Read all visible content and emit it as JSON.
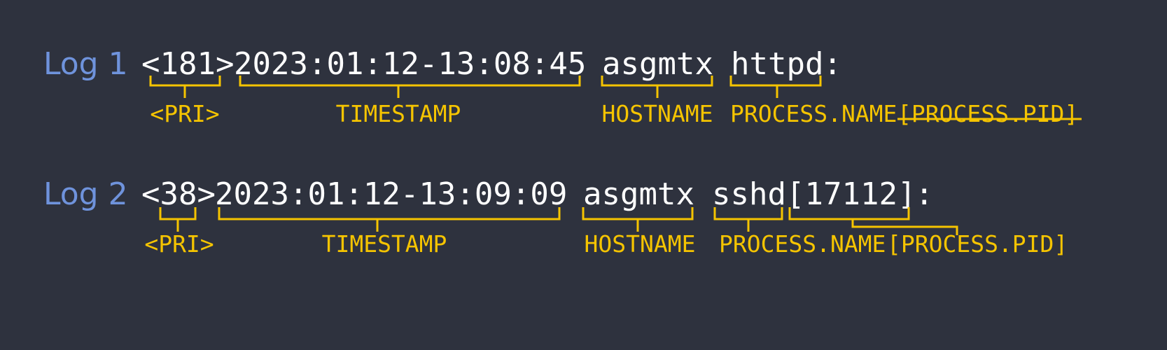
{
  "colors": {
    "background": "#2e323e",
    "log_label": "#6f93dc",
    "log_text": "#ffffff",
    "annotation": "#f5c400"
  },
  "log1": {
    "label": "Log 1",
    "pri": "<181>",
    "timestamp": "2023:01:12-13:08:45",
    "hostname": "asgmtx",
    "process": "httpd",
    "colon": ":",
    "fields": {
      "pri": "<PRI>",
      "timestamp": "TIMESTAMP",
      "hostname": "HOSTNAME",
      "process_name": "PROCESS.NAME",
      "process_pid": "[PROCESS.PID]"
    },
    "process_pid_struck_through": true
  },
  "log2": {
    "label": "Log 2",
    "pri": "<38>",
    "timestamp": "2023:01:12-13:09:09",
    "hostname": "asgmtx",
    "process": "sshd",
    "pid": "[17112]",
    "colon": ":",
    "fields": {
      "pri": "<PRI>",
      "timestamp": "TIMESTAMP",
      "hostname": "HOSTNAME",
      "process_name": "PROCESS.NAME",
      "process_pid": "[PROCESS.PID]"
    }
  }
}
